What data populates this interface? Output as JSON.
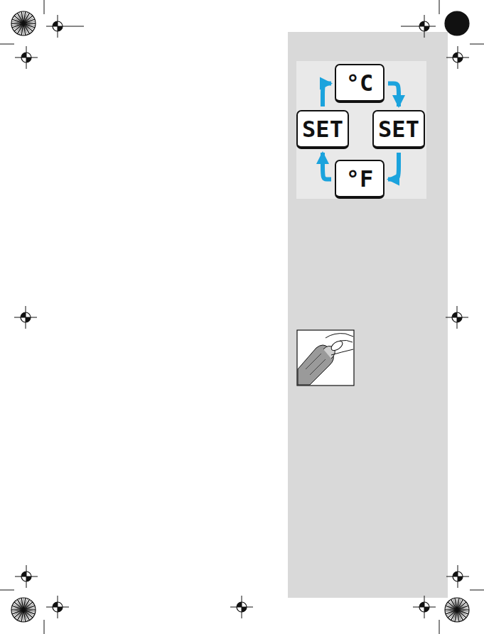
{
  "diagram": {
    "nodes": [
      {
        "text": [
          "°C"
        ]
      },
      {
        "text": [
          "SET"
        ]
      },
      {
        "text": [
          "SET"
        ]
      },
      {
        "text": [
          "°F"
        ]
      }
    ],
    "edges": [
      {
        "from": 1,
        "to": 0,
        "arrow": "to"
      },
      {
        "from": 0,
        "to": 2,
        "arrow": "to"
      },
      {
        "from": 2,
        "to": 3,
        "arrow": "to"
      },
      {
        "from": 3,
        "to": 1,
        "arrow": "to"
      }
    ]
  }
}
